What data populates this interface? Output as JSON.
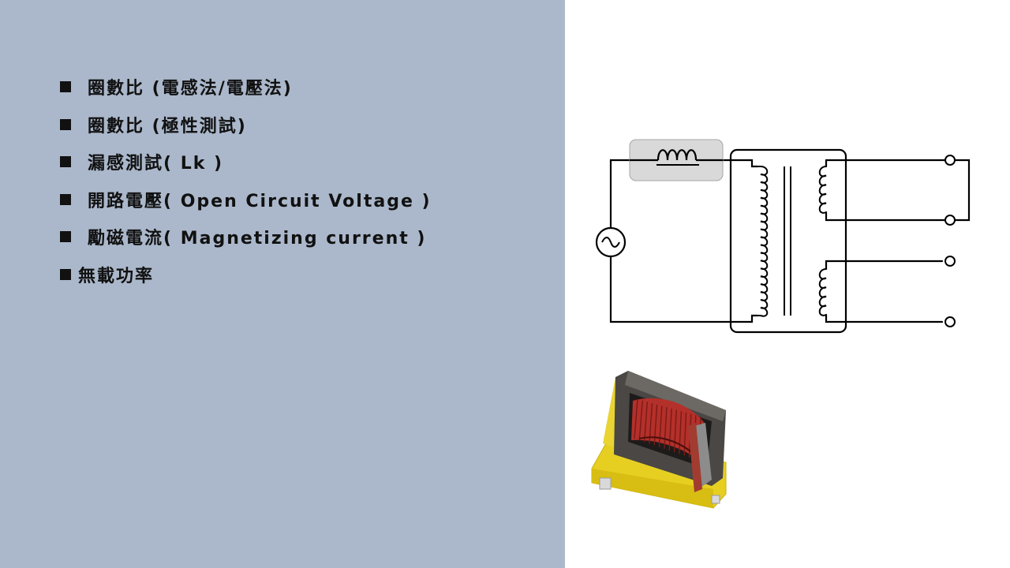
{
  "slide": {
    "background_left": "#abb8cb",
    "background_right": "#ffffff",
    "bullets": [
      {
        "label": "圈數比 (電感法/電壓法)"
      },
      {
        "label": "圈數比 (極性測試)"
      },
      {
        "label": "漏感測試( Lk )"
      },
      {
        "label": "開路電壓( Open Circuit Voltage )"
      },
      {
        "label": "勵磁電流( Magnetizing current )"
      },
      {
        "label": "無載功率"
      }
    ]
  },
  "diagram": {
    "symbols": [
      "ac-source-icon",
      "inductor-icon",
      "primary-winding-icon",
      "secondary-winding-icon",
      "terminal-icon"
    ]
  },
  "photo": {
    "subject": "transformer-icon",
    "colors": {
      "bobbin": "#e7cf22",
      "core": "#4a4744",
      "winding": "#b4302a"
    }
  }
}
